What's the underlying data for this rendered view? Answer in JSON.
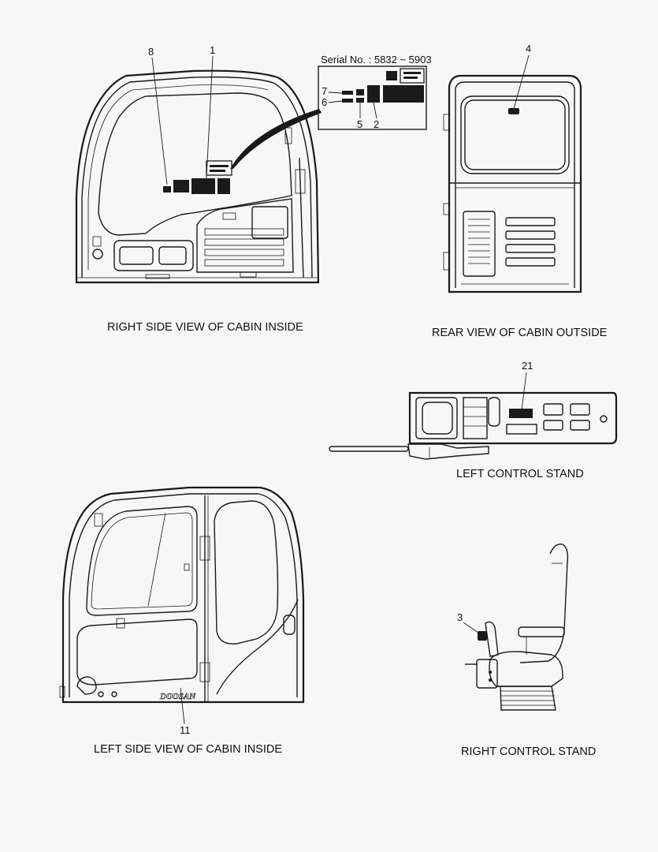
{
  "views": {
    "right_side": {
      "caption": "RIGHT SIDE VIEW OF CABIN INSIDE"
    },
    "rear": {
      "caption": "REAR VIEW OF CABIN OUTSIDE"
    },
    "left_stand": {
      "caption": "LEFT CONTROL STAND"
    },
    "left_side": {
      "caption": "LEFT SIDE VIEW OF CABIN INSIDE",
      "brand": "DOOSAN"
    },
    "right_stand": {
      "caption": "RIGHT CONTROL STAND"
    }
  },
  "serial": "Serial No. : 5832 ~ 5903",
  "callouts": {
    "c1": "1",
    "c2": "2",
    "c3": "3",
    "c4": "4",
    "c5": "5",
    "c6": "6",
    "c7": "7",
    "c8": "8",
    "c11": "11",
    "c21": "21"
  }
}
